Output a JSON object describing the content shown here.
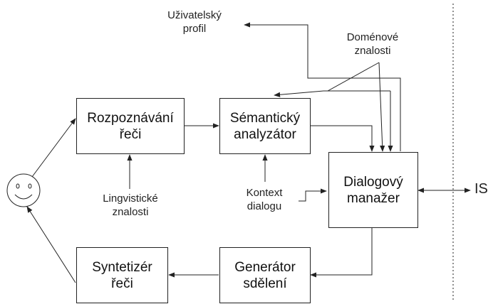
{
  "boxes": {
    "speech_recognition": [
      "Rozpoznávání",
      "řeči"
    ],
    "semantic_analyzer": [
      "Sémantický",
      "analyzátor"
    ],
    "dialog_manager": [
      "Dialogový",
      "manažer"
    ],
    "speech_synthesizer": [
      "Syntetizér",
      "řeči"
    ],
    "message_generator": [
      "Generátor",
      "sdělení"
    ]
  },
  "labels": {
    "user_profile": [
      "Uživatelský",
      "profil"
    ],
    "domain_knowledge": [
      "Doménové",
      "znalosti"
    ],
    "linguistic_knowledge": [
      "Lingvistické",
      "znalosti"
    ],
    "dialog_context": [
      "Kontext",
      "dialogu"
    ],
    "is": "IS"
  },
  "user_icon": "smiley-face-icon",
  "colors": {
    "stroke": "#222222",
    "fill": "#ffffff"
  }
}
